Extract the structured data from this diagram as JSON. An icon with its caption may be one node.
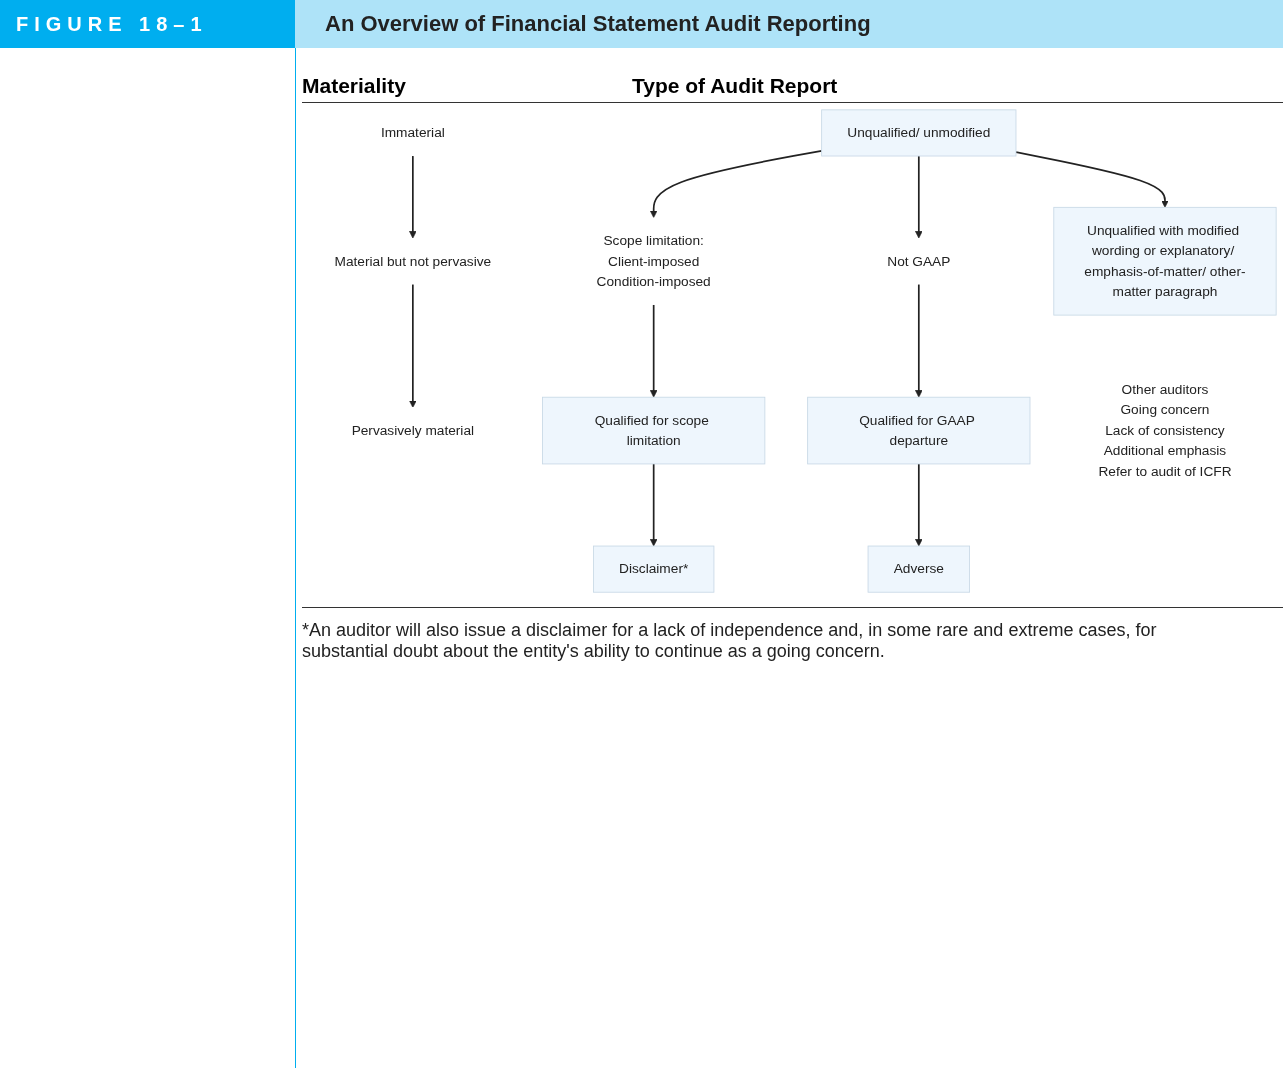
{
  "diagram": {
    "title": "An Overview of Financial Statement Audit Reporting",
    "caption": "*An auditor will also issue a disclaimer for a lack of independence and, in some rare and extreme cases, for substantial doubt about the entity's ability to continue as a going concern.",
    "nodes": [
      {
        "text": [
          "Immaterial"
        ]
      },
      {
        "text": [
          "Material but not pervasive"
        ]
      },
      {
        "text": [
          "Pervasively material"
        ]
      },
      {
        "text": [
          "Unqualified/ unmodified"
        ]
      },
      {
        "text": [
          "Unqualified with modified wording or explanatory/ emphasis-of-matter/ other-matter paragraph"
        ],
        "beside": [
          "Other auditors",
          "Going concern",
          "Lack of consistency",
          "Additional emphasis",
          "Refer to audit of ICFR"
        ]
      },
      {
        "text": [
          "Scope limitation:",
          "Client-imposed",
          "Condition-imposed"
        ]
      },
      {
        "text": [
          "Not GAAP"
        ]
      },
      {
        "text": [
          "Qualified for scope limitation"
        ]
      },
      {
        "text": [
          "Qualified for GAAP departure"
        ]
      },
      {
        "text": [
          "Disclaimer*"
        ]
      },
      {
        "text": [
          "Adverse"
        ]
      }
    ],
    "edges": [
      {
        "from": 0,
        "to": 1,
        "arrow": "to"
      },
      {
        "from": 1,
        "to": 2,
        "arrow": "to"
      },
      {
        "from": 3,
        "to": 4,
        "arrow": "to"
      },
      {
        "from": 3,
        "to": 5,
        "arrow": "to"
      },
      {
        "from": 3,
        "to": 6,
        "arrow": "to"
      },
      {
        "from": 5,
        "to": 7,
        "arrow": "to"
      },
      {
        "from": 6,
        "to": 8,
        "arrow": "to"
      },
      {
        "from": 7,
        "to": 9,
        "arrow": "to"
      },
      {
        "from": 8,
        "to": 10,
        "arrow": "to"
      }
    ],
    "labels": [
      "FIGURE 18–1",
      "Materiality",
      "Type of Audit Report"
    ]
  }
}
